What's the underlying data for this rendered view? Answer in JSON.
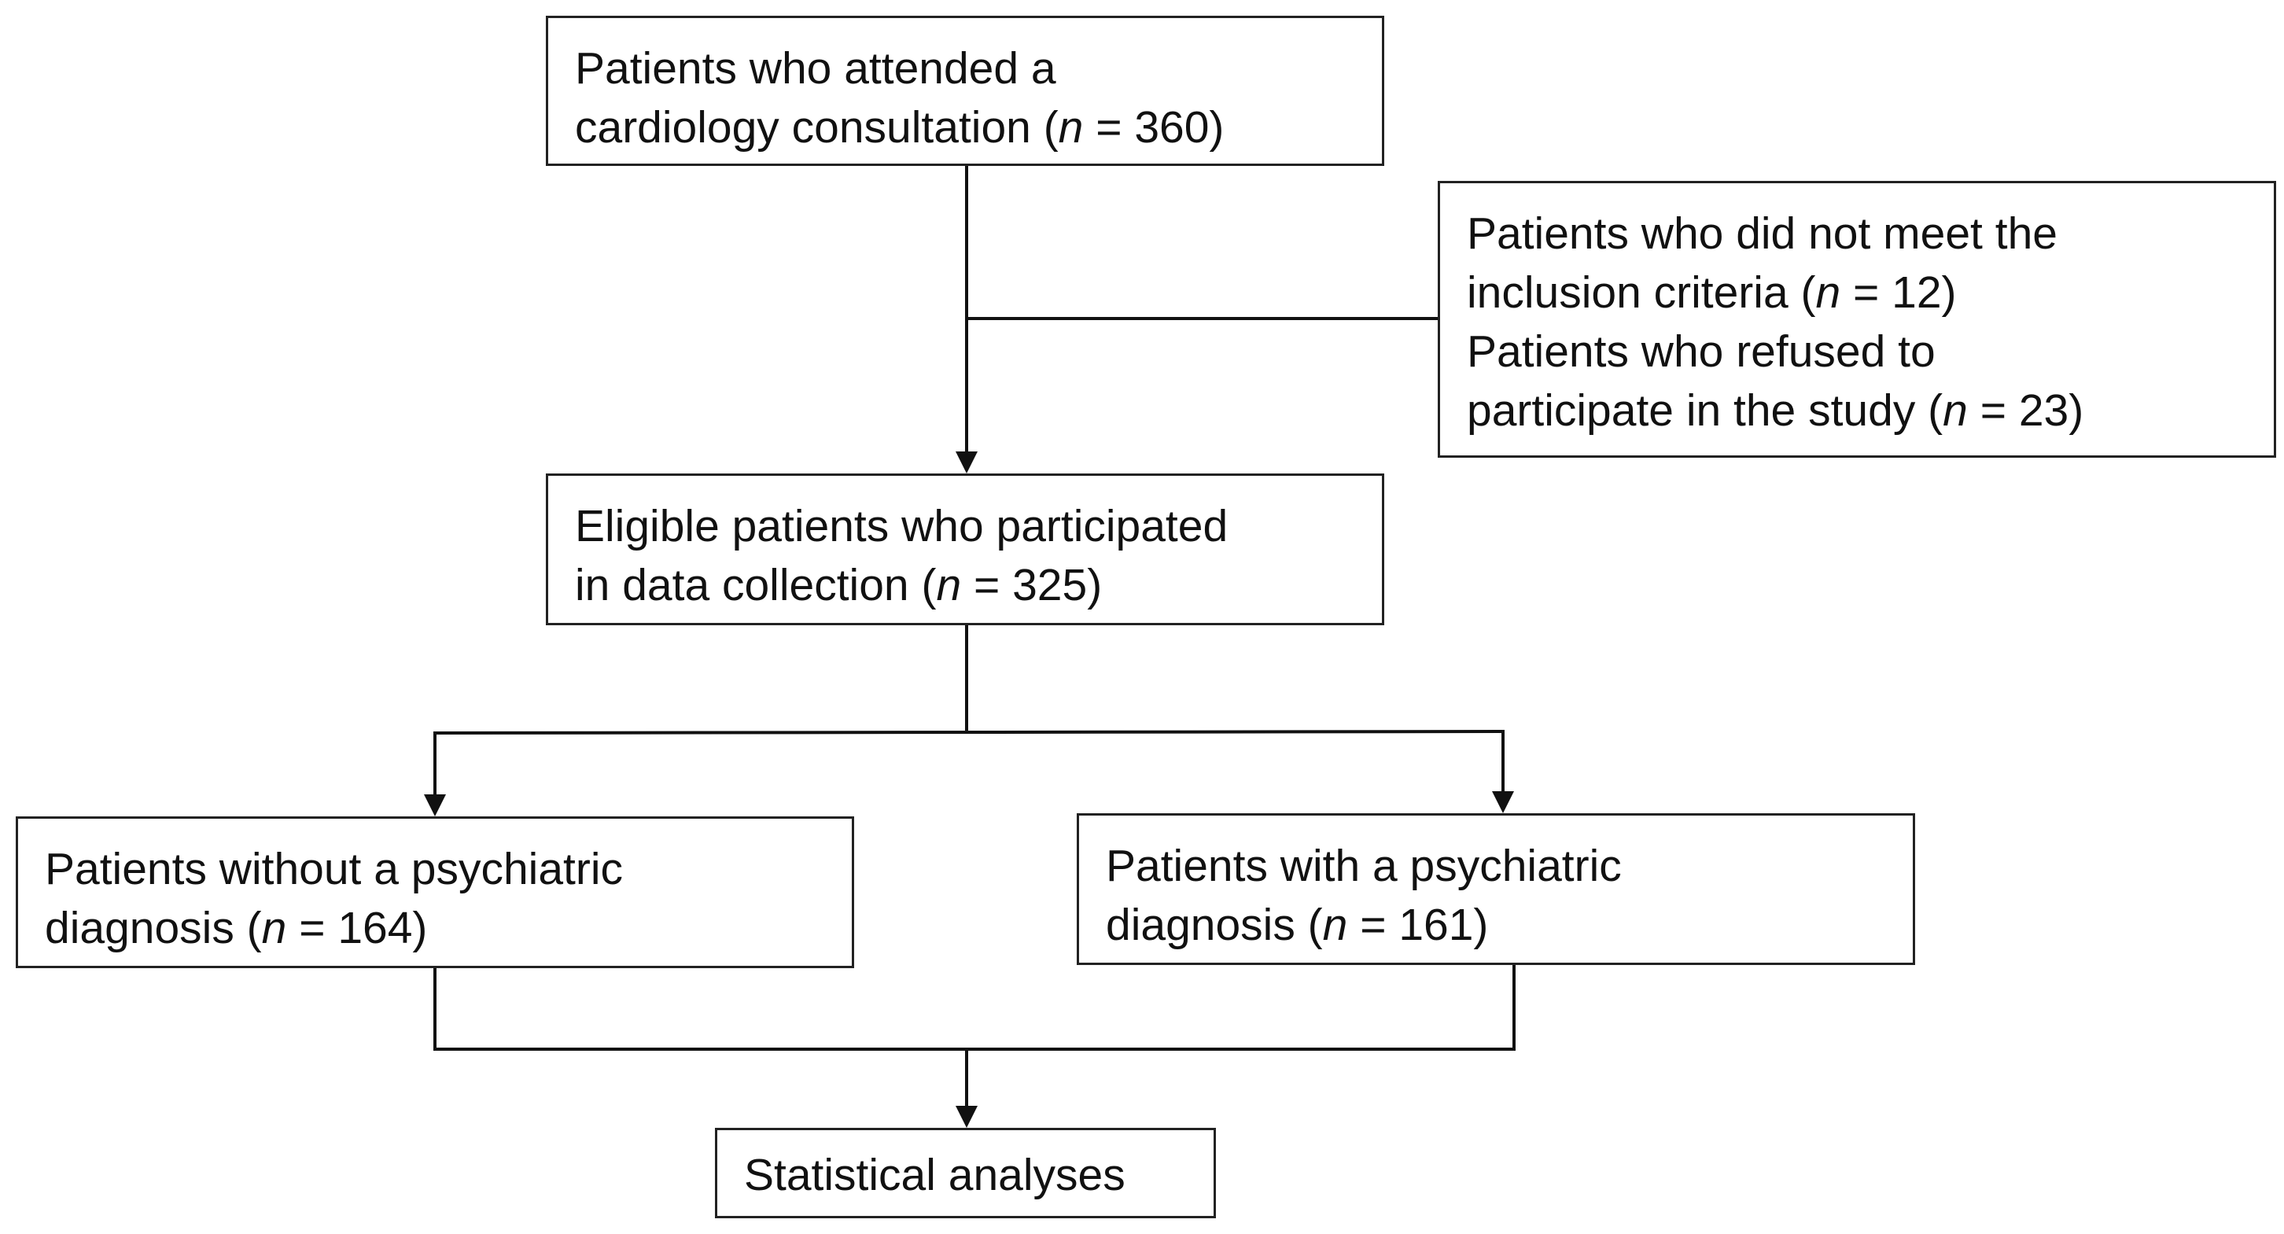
{
  "diagram": {
    "consultation": {
      "line1": "Patients who attended a",
      "line2_prefix": "cardiology consultation (",
      "n_symbol": "n",
      "line2_suffix": " = 360)"
    },
    "excluded": {
      "line1": "Patients who did not meet the",
      "line2_prefix": "inclusion criteria (",
      "n_symbol": "n",
      "line2_suffix": " = 12)",
      "line3": "Patients who refused to",
      "line4_prefix": "participate in the study (",
      "line4_suffix": " = 23)"
    },
    "eligible": {
      "line1": "Eligible patients who participated",
      "line2_prefix": "in data collection (",
      "n_symbol": "n",
      "line2_suffix": " = 325)"
    },
    "no_psych": {
      "line1": "Patients without a psychiatric",
      "line2_prefix": "diagnosis (",
      "n_symbol": "n",
      "line2_suffix": " = 164)"
    },
    "psych": {
      "line1": "Patients with a psychiatric",
      "line2_prefix": "diagnosis (",
      "n_symbol": "n",
      "line2_suffix": " = 161)"
    },
    "stats": {
      "label": "Statistical analyses"
    }
  }
}
